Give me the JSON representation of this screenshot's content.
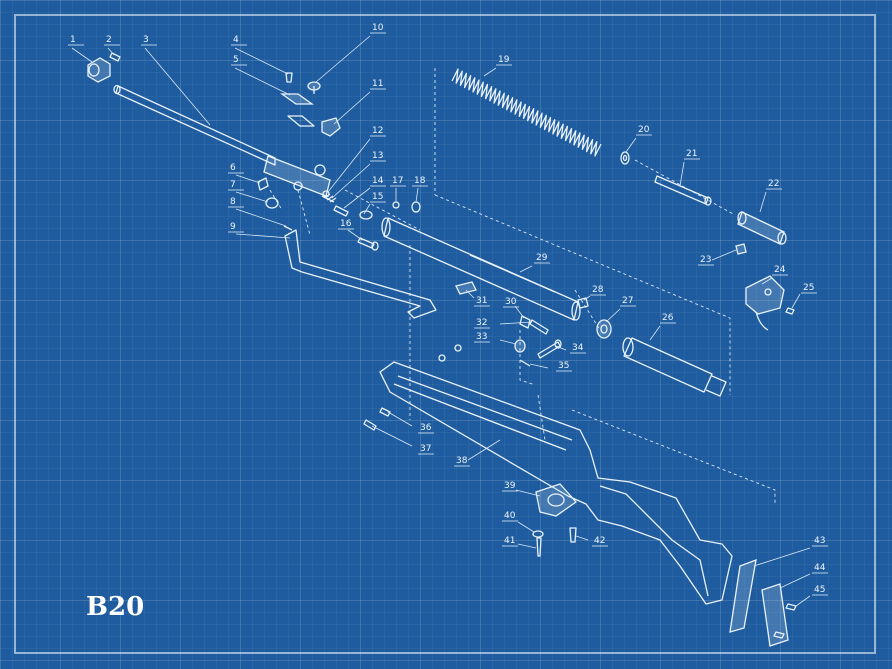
{
  "model": "B20",
  "part_numbers": [
    "1",
    "2",
    "3",
    "4",
    "5",
    "6",
    "7",
    "8",
    "9",
    "10",
    "11",
    "12",
    "13",
    "14",
    "15",
    "16",
    "17",
    "18",
    "19",
    "20",
    "21",
    "22",
    "23",
    "24",
    "25",
    "26",
    "27",
    "28",
    "29",
    "30",
    "31",
    "32",
    "33",
    "34",
    "35",
    "36",
    "37",
    "38",
    "39",
    "40",
    "41",
    "42",
    "43",
    "44",
    "45"
  ],
  "colors": {
    "background": "#1e5c9f",
    "line": "#e9f2fb",
    "grid": "#ffffff"
  }
}
